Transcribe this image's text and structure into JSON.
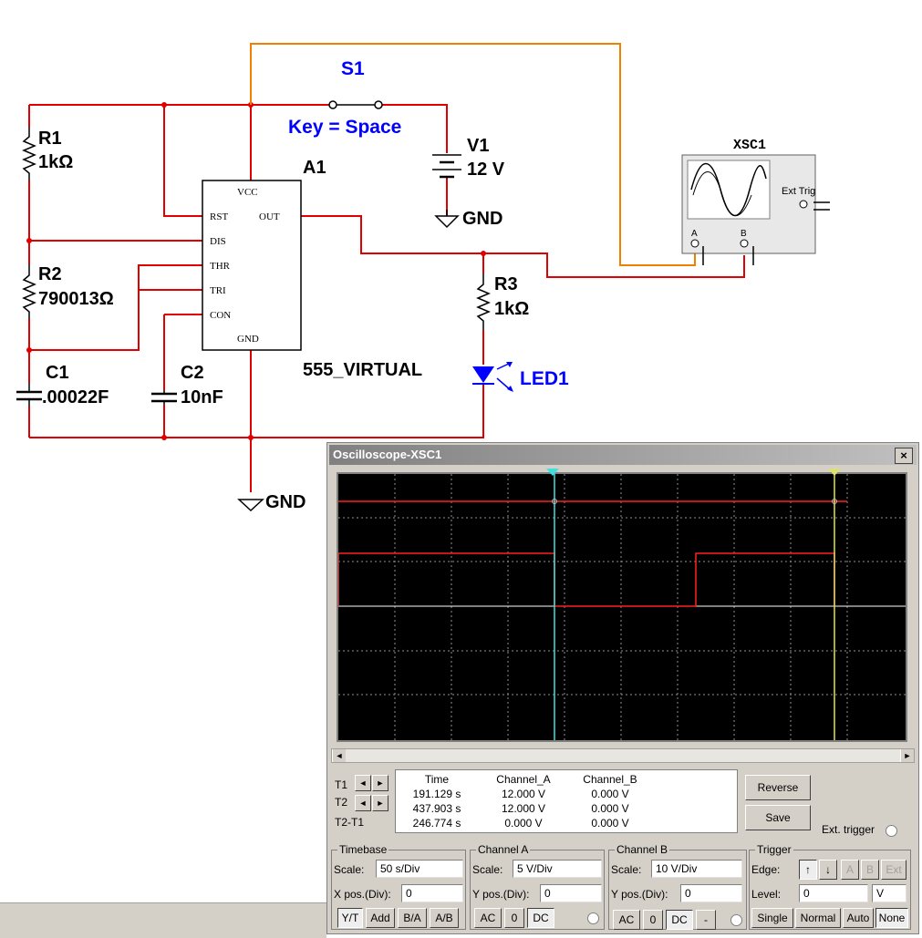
{
  "schematic": {
    "s1": {
      "name": "S1",
      "key": "Key = Space"
    },
    "r1": {
      "name": "R1",
      "value": "1kΩ"
    },
    "r2": {
      "name": "R2",
      "value": "790013Ω"
    },
    "r3": {
      "name": "R3",
      "value": "1kΩ"
    },
    "c1": {
      "name": "C1",
      "value": ".00022F"
    },
    "c2": {
      "name": "C2",
      "value": "10nF"
    },
    "v1": {
      "name": "V1",
      "value": "12 V"
    },
    "gnd_top": "GND",
    "gnd_bottom": "GND",
    "a1": {
      "name": "A1",
      "model": "555_VIRTUAL",
      "pins": {
        "vcc": "VCC",
        "rst": "RST",
        "out": "OUT",
        "dis": "DIS",
        "thr": "THR",
        "tri": "TRI",
        "con": "CON",
        "gnd": "GND"
      }
    },
    "led": {
      "name": "LED1"
    },
    "xsc": {
      "name": "XSC1",
      "ext_trig": "Ext Trig",
      "ch_a": "A",
      "ch_b": "B",
      "plus": "+",
      "minus": "_"
    }
  },
  "colors": {
    "wire_red": "#e00000",
    "wire_orange": "#f08000",
    "label_blue": "#0000ff",
    "trace_red": "#ff2020",
    "cursor1": "#40e0e0",
    "cursor2": "#f0f060"
  },
  "oscilloscope": {
    "title": "Oscilloscope-XSC1",
    "close": "×",
    "scroll_left": "◄",
    "scroll_right": "►",
    "cursor_rows": [
      {
        "label": "T1",
        "left": "◄",
        "right": "►"
      },
      {
        "label": "T2",
        "left": "◄",
        "right": "►"
      },
      {
        "label": "T2-T1"
      }
    ],
    "readout": {
      "headers": {
        "time": "Time",
        "cha": "Channel_A",
        "chb": "Channel_B"
      },
      "rows": [
        {
          "time": "191.129 s",
          "cha": "12.000 V",
          "chb": "0.000 V"
        },
        {
          "time": "437.903 s",
          "cha": "12.000 V",
          "chb": "0.000 V"
        },
        {
          "time": "246.774 s",
          "cha": "0.000 V",
          "chb": "0.000 V"
        }
      ]
    },
    "reverse_label": "Reverse",
    "save_label": "Save",
    "ext_trigger_label": "Ext. trigger",
    "timebase": {
      "title": "Timebase",
      "scale_label": "Scale:",
      "scale_value": "50  s/Div",
      "xpos_label": "X pos.(Div):",
      "xpos_value": "0",
      "buttons": [
        "Y/T",
        "Add",
        "B/A",
        "A/B"
      ],
      "selected": "Y/T"
    },
    "channel_a": {
      "title": "Channel A",
      "scale_label": "Scale:",
      "scale_value": "5  V/Div",
      "ypos_label": "Y pos.(Div):",
      "ypos_value": "0",
      "buttons": [
        "AC",
        "0",
        "DC"
      ],
      "selected": "DC"
    },
    "channel_b": {
      "title": "Channel B",
      "scale_label": "Scale:",
      "scale_value": "10  V/Div",
      "ypos_label": "Y pos.(Div):",
      "ypos_value": "0",
      "buttons": [
        "AC",
        "0",
        "DC",
        "-"
      ],
      "selected": "DC"
    },
    "trigger": {
      "title": "Trigger",
      "edge_label": "Edge:",
      "edge_rise": "↑",
      "edge_fall": "↓",
      "src_a": "A",
      "src_b": "B",
      "src_ext": "Ext",
      "level_label": "Level:",
      "level_value": "0",
      "level_unit": "V",
      "modes": [
        "Single",
        "Normal",
        "Auto",
        "None"
      ],
      "selected": "None"
    }
  }
}
